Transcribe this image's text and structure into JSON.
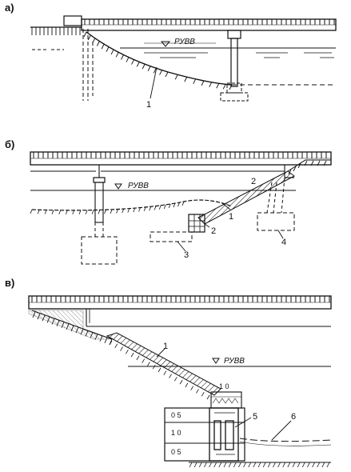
{
  "panels": [
    {
      "label": "а)",
      "water_level": "РУВВ",
      "callouts": [
        "1"
      ]
    },
    {
      "label": "б)",
      "water_level": "РУВВ",
      "callouts": [
        "1",
        "2",
        "3",
        "4",
        "2"
      ]
    },
    {
      "label": "в)",
      "water_level": "РУВВ",
      "callouts": [
        "1",
        "5",
        "6"
      ],
      "dimensions": [
        "1 0",
        "0 5",
        "1 0",
        "0 5"
      ]
    }
  ],
  "colors": {
    "ink": "#111111",
    "paper": "#ffffff"
  }
}
